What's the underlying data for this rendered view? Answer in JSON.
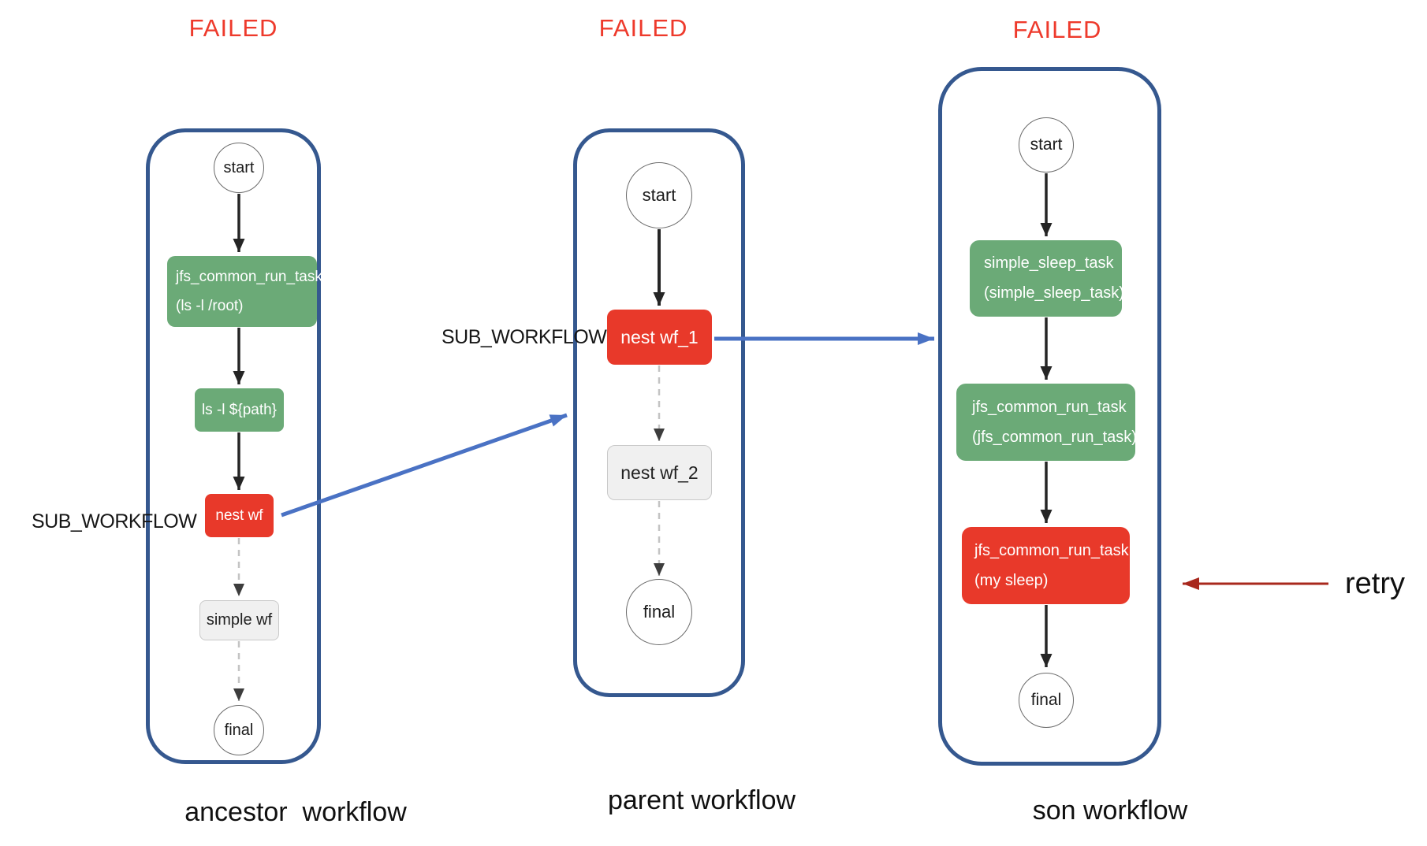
{
  "diagram": {
    "workflows": [
      {
        "status": "FAILED",
        "caption": "ancestor  workflow",
        "start_label": "start",
        "final_label": "final",
        "sub_workflow_label": "SUB_WORKFLOW",
        "nodes": [
          {
            "line1": "jfs_common_run_task",
            "line2": "(ls -l /root)",
            "state": "success"
          },
          {
            "label": "ls -l ${path}",
            "state": "success"
          },
          {
            "label": "nest wf",
            "state": "failed"
          },
          {
            "label": "simple wf",
            "state": "pending"
          }
        ]
      },
      {
        "status": "FAILED",
        "caption": "parent workflow",
        "start_label": "start",
        "final_label": "final",
        "sub_workflow_label": "SUB_WORKFLOW",
        "nodes": [
          {
            "label": "nest wf_1",
            "state": "failed"
          },
          {
            "label": "nest wf_2",
            "state": "pending"
          }
        ]
      },
      {
        "status": "FAILED",
        "caption": "son workflow",
        "start_label": "start",
        "final_label": "final",
        "nodes": [
          {
            "line1": "simple_sleep_task",
            "line2": "(simple_sleep_task)",
            "state": "success"
          },
          {
            "line1": "jfs_common_run_task",
            "line2": "(jfs_common_run_task)",
            "state": "success"
          },
          {
            "line1": "jfs_common_run_task",
            "line2": "(my sleep)",
            "state": "failed"
          }
        ]
      }
    ],
    "retry_label": "retry",
    "colors": {
      "success_green": "#6baa77",
      "failed_red": "#e8392a",
      "pending_gray": "#f0f0f0",
      "container_border_blue": "#35588f",
      "link_arrow_blue": "#4a72c4",
      "retry_arrow_red": "#a8281d",
      "failed_text_red": "#ee3a2c"
    }
  }
}
